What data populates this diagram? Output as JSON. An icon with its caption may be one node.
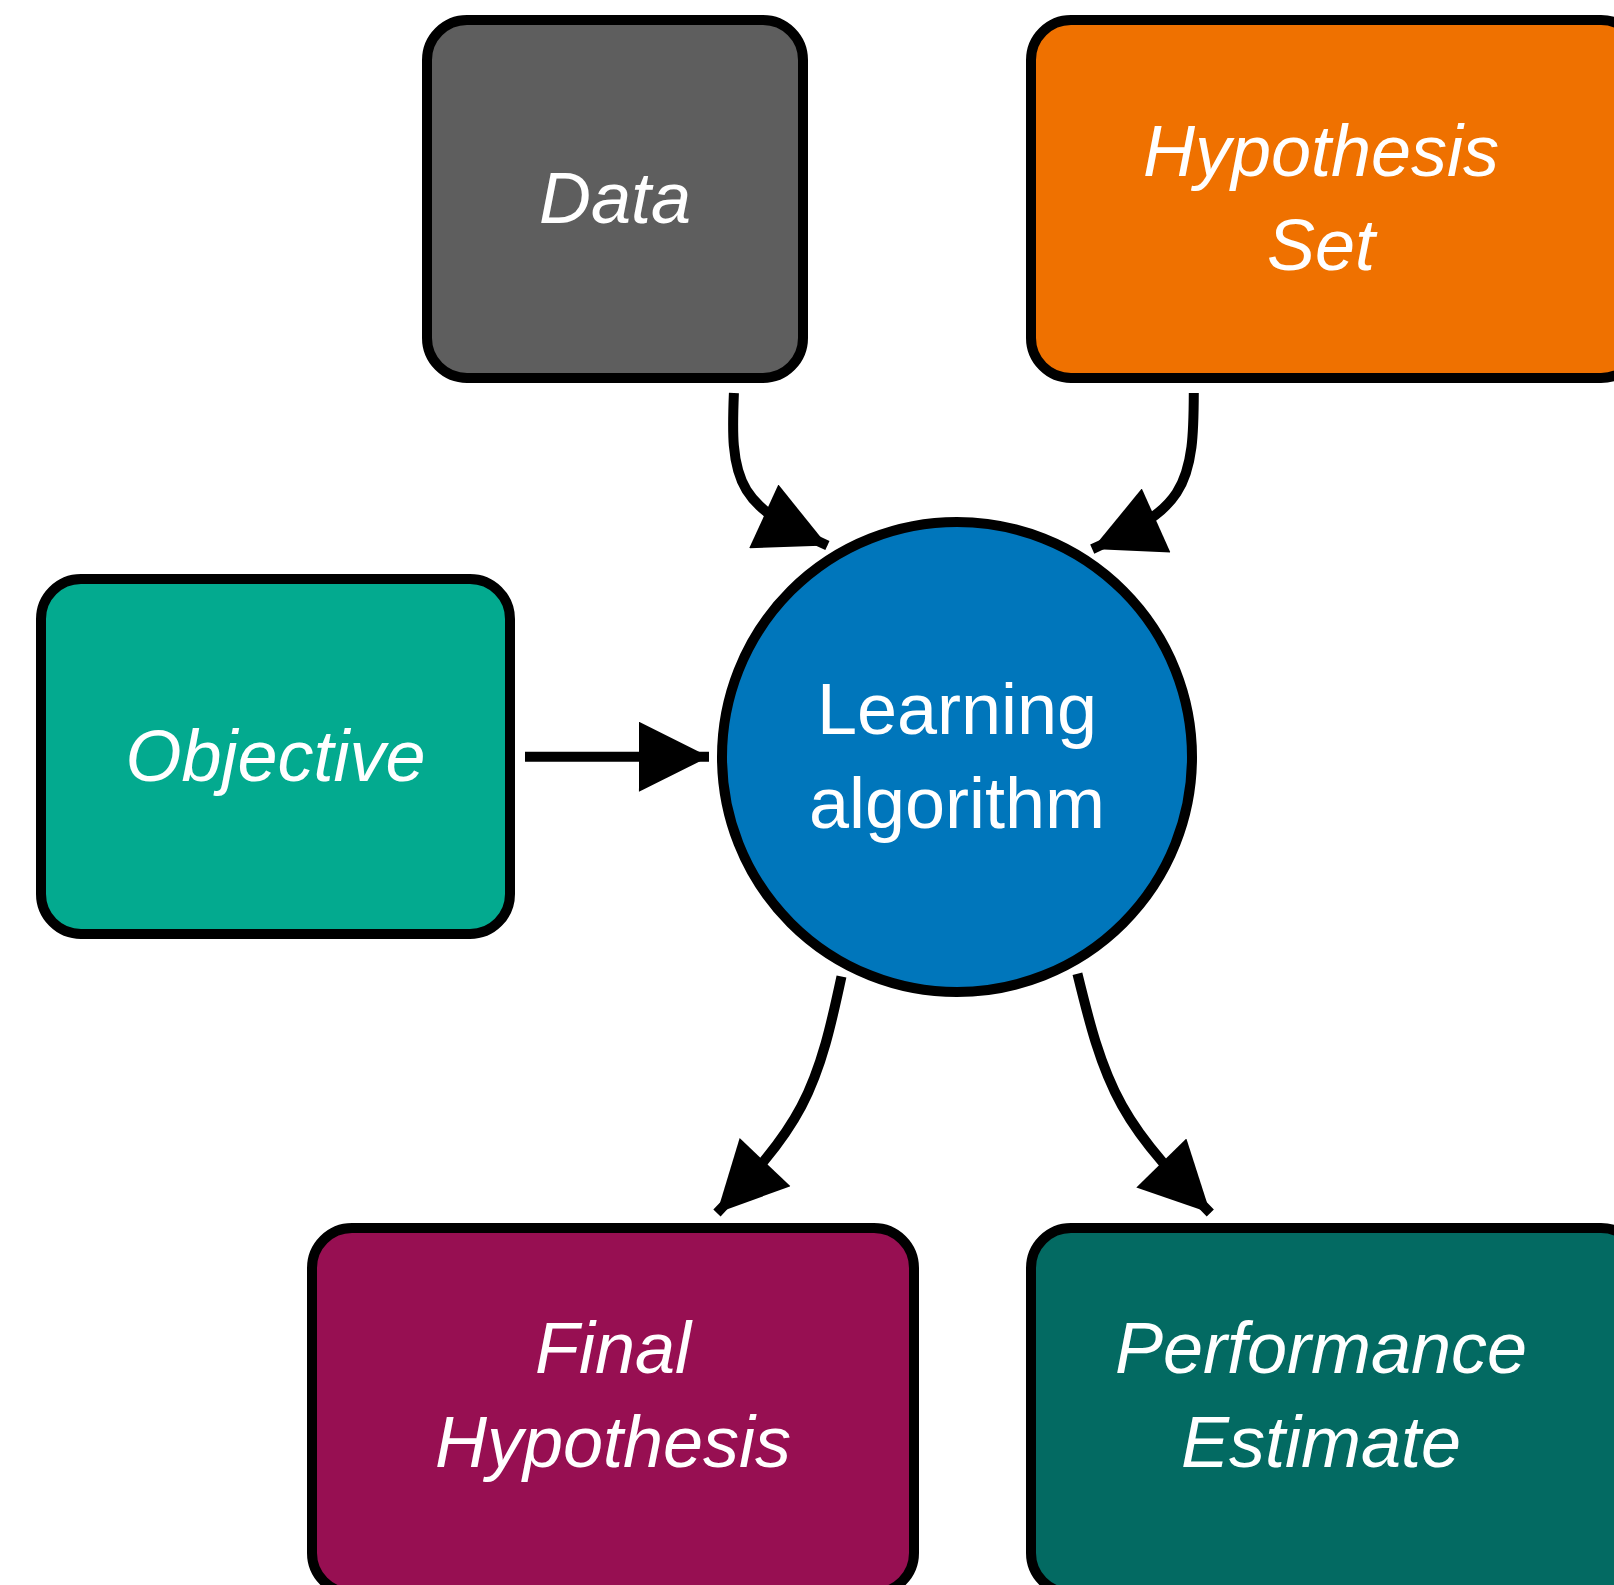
{
  "diagram": {
    "nodes": [
      {
        "text": [
          "Data"
        ]
      },
      {
        "text": [
          "Hypothesis Set"
        ]
      },
      {
        "text": [
          "Objective"
        ]
      },
      {
        "text": [
          "Learning algorithm"
        ]
      },
      {
        "text": [
          "Final Hypothesis"
        ]
      },
      {
        "text": [
          "Performance Estimate"
        ]
      }
    ],
    "edges": [
      {
        "from": 0,
        "to": 3,
        "arrow": "to"
      },
      {
        "from": 1,
        "to": 3,
        "arrow": "to"
      },
      {
        "from": 2,
        "to": 3,
        "arrow": "to"
      },
      {
        "from": 3,
        "to": 4,
        "arrow": "to"
      },
      {
        "from": 3,
        "to": 5,
        "arrow": "to"
      }
    ]
  }
}
